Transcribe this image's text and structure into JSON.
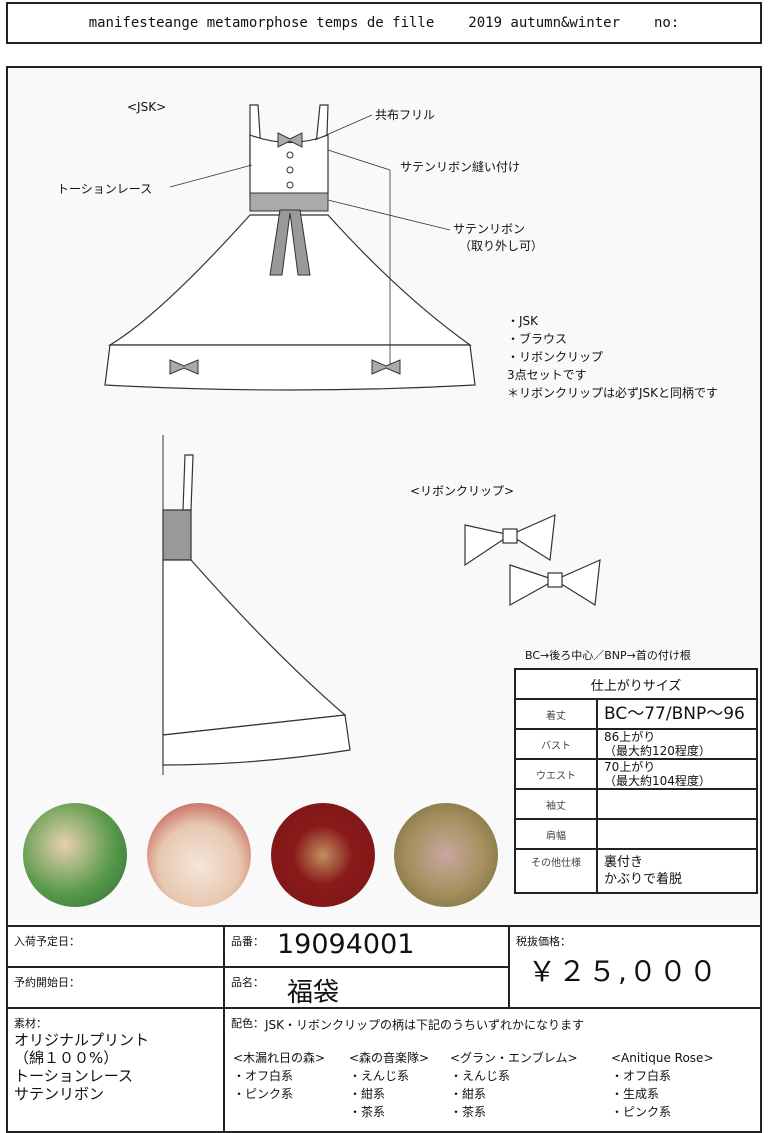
{
  "header": {
    "brand": "manifesteange metamorphose temps de fille",
    "season": "2019 autumn&winter",
    "no_label": "no:"
  },
  "drawing": {
    "jsk_label": "<JSK>",
    "callouts": [
      "共布フリル",
      "サテンリボン縫い付け",
      "トーションレース",
      "サテンリボン",
      "（取り外し可）"
    ],
    "set_notes": [
      "・JSK",
      "・ブラウス",
      "・リボンクリップ",
      "3点セットです",
      "＊リボンクリップは必ずJSKと同柄です"
    ],
    "clip_label": "<リボンクリップ>"
  },
  "swatches": [
    {
      "name": "木漏れ日の森",
      "color": "#5a9a4a"
    },
    {
      "name": "森の音楽隊",
      "color": "#b03030"
    },
    {
      "name": "グラン・エンブレム",
      "color": "#8a1a1a"
    },
    {
      "name": "Anitique Rose",
      "color": "#a89060"
    }
  ],
  "size": {
    "note": "BC→後ろ中心／BNP→首の付け根",
    "title": "仕上がりサイズ",
    "rows": [
      {
        "k": "着丈",
        "v1": "BC～77/BNP～96",
        "v2": ""
      },
      {
        "k": "バスト",
        "v1": "86上がり",
        "v2": "（最大約120程度）"
      },
      {
        "k": "ウエスト",
        "v1": "70上がり",
        "v2": "（最大約104程度）"
      },
      {
        "k": "袖丈",
        "v1": "",
        "v2": ""
      },
      {
        "k": "肩幅",
        "v1": "",
        "v2": ""
      },
      {
        "k": "その他仕様",
        "v1": "裏付き",
        "v2": "かぶりで着脱"
      }
    ]
  },
  "info": {
    "arrival_label": "入荷予定日：",
    "reserve_label": "予約開始日：",
    "code_label": "品番：",
    "code": "19094001",
    "name_label": "品名：",
    "name": "福袋",
    "price_label": "税抜価格：",
    "price": "￥２５,０００",
    "material_label": "素材：",
    "materials": [
      "オリジナルプリント",
      "（綿１００%）",
      "トーションレース",
      "サテンリボン"
    ],
    "color_label": "配色：",
    "color_note": "JSK・リボンクリップの柄は下記のうちいずれかになります",
    "patterns": [
      {
        "name": "<木漏れ日の森>",
        "colors": [
          "・オフ白系",
          "・ピンク系"
        ]
      },
      {
        "name": "<森の音楽隊>",
        "colors": [
          "・えんじ系",
          "・紺系",
          "・茶系"
        ]
      },
      {
        "name": "<グラン・エンブレム>",
        "colors": [
          "・えんじ系",
          "・紺系",
          "・茶系"
        ]
      },
      {
        "name": "<Anitique Rose>",
        "colors": [
          "・オフ白系",
          "・生成系",
          "・ピンク系"
        ]
      }
    ]
  }
}
